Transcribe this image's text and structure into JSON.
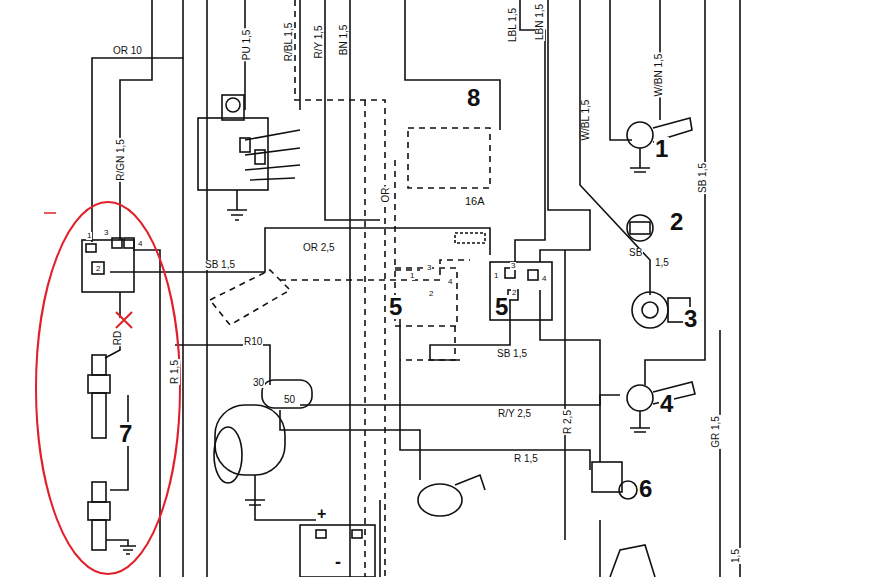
{
  "diagram": {
    "labels": [
      "OR 10",
      "PU 1,5",
      "R/BL 1,5",
      "R/Y 1,5",
      "BN 1,5",
      "LBL 1,5",
      "LBN 1,5",
      "W/BN 1,5",
      "R/GN 1,5",
      "W/BL 1,5",
      "8",
      "1",
      "SB 1,5",
      "OR",
      "16A",
      "2",
      "SB",
      "1,5",
      "3",
      "OR 2,5",
      "SB 1,5",
      "5",
      "5",
      "RD",
      "R 1,5",
      "R10",
      "30",
      "50",
      "SB 1,5",
      "4",
      "R/Y 2,5",
      "R 2,5",
      "R 1,5",
      "6",
      "GR 1,5",
      "7",
      "+",
      "-",
      "1,5",
      "1",
      "3",
      "4",
      "2",
      "1",
      "3",
      "2",
      "4",
      "1",
      "3",
      "2",
      "4"
    ]
  }
}
